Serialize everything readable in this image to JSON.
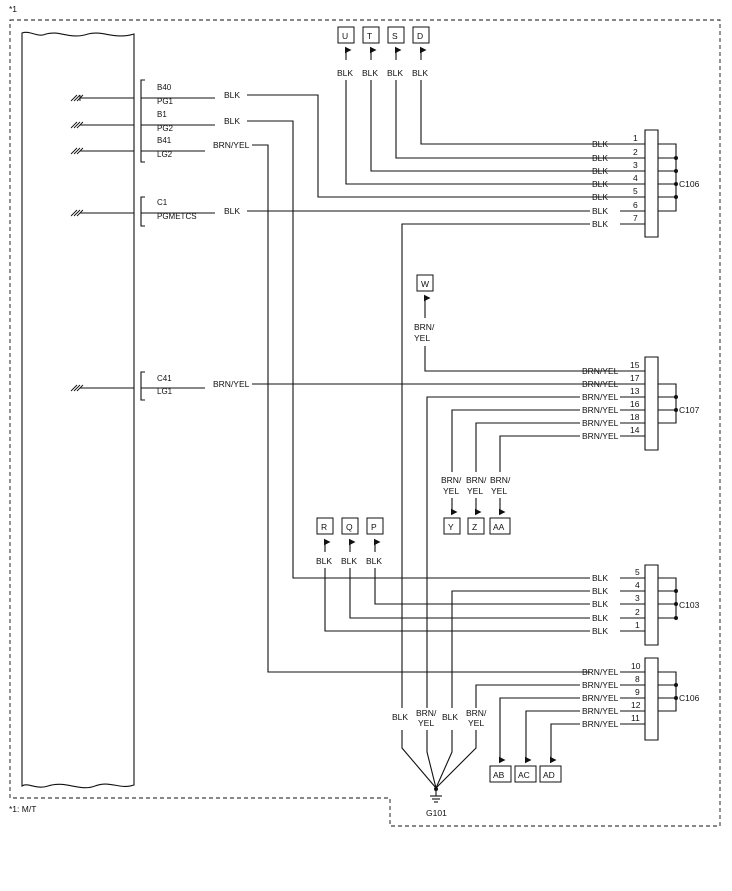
{
  "note_marker": "*1",
  "footnote": "*1: M/T",
  "ecm_pins": {
    "B40": "B40",
    "PG1": "PG1",
    "B1": "B1",
    "PG2": "PG2",
    "B41": "B41",
    "LG2": "LG2",
    "C1": "C1",
    "PGMETCS": "PGMETCS",
    "C41": "C41",
    "LG1": "LG1"
  },
  "wire_colors": {
    "blk": "BLK",
    "brn_yel": "BRN/YEL",
    "brn_split_1": "BRN/",
    "yel_split_2": "YEL"
  },
  "connectors": {
    "c106a": {
      "name": "C106",
      "pins": [
        "1",
        "2",
        "3",
        "4",
        "5",
        "6",
        "7"
      ]
    },
    "c107": {
      "name": "C107",
      "pins": [
        "15",
        "17",
        "13",
        "16",
        "18",
        "14"
      ]
    },
    "c103": {
      "name": "C103",
      "pins": [
        "5",
        "4",
        "3",
        "2",
        "1"
      ]
    },
    "c106b": {
      "name": "C106",
      "pins": [
        "10",
        "8",
        "9",
        "12",
        "11"
      ]
    }
  },
  "terminals": {
    "U": "U",
    "T": "T",
    "S": "S",
    "D": "D",
    "W": "W",
    "Y": "Y",
    "Z": "Z",
    "AA": "AA",
    "R": "R",
    "Q": "Q",
    "P": "P",
    "AB": "AB",
    "AC": "AC",
    "AD": "AD"
  },
  "ground": "G101"
}
